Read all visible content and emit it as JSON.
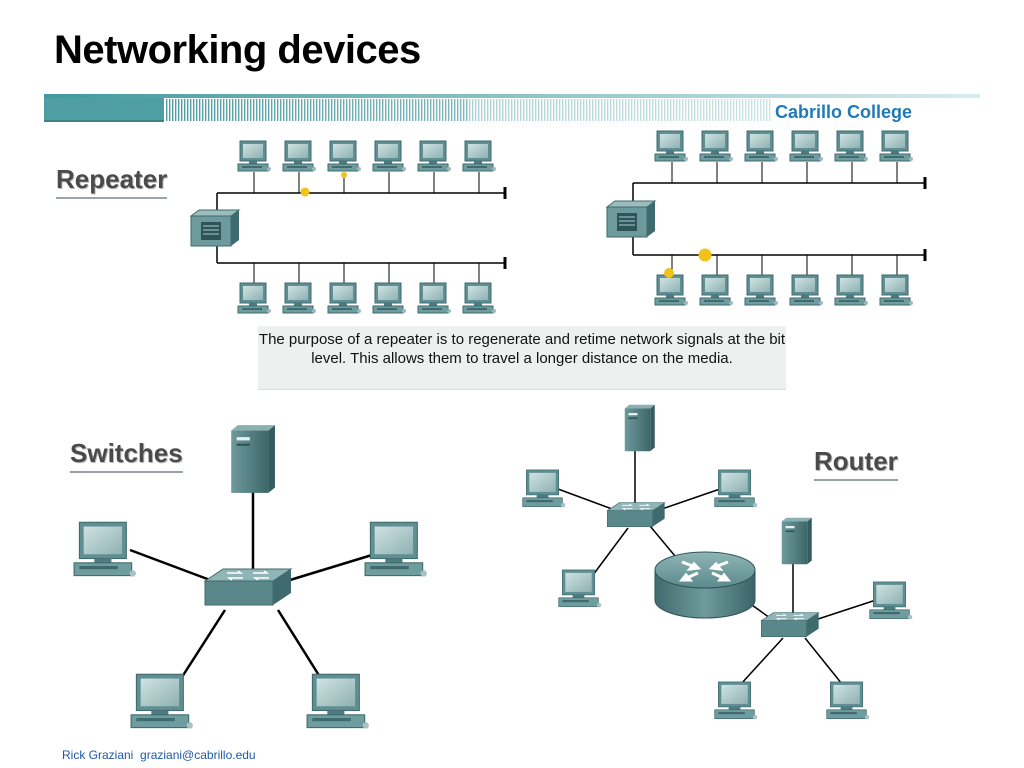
{
  "slide": {
    "title": "Networking devices",
    "college": "Cabrillo College",
    "footer": "Rick Graziani  graziani@cabrillo.edu"
  },
  "sections": {
    "repeater": {
      "label": "Repeater"
    },
    "switches": {
      "label": "Switches"
    },
    "router": {
      "label": "Router"
    }
  },
  "caption": {
    "text": "The purpose of a repeater is to regenerate and retime network signals at the bit level. This allows them to travel a longer distance on the media."
  },
  "colors": {
    "accent": "#1e7bb8",
    "device_teal": "#5f8f92",
    "device_dark": "#3f6a6e",
    "signal": "#f2c21b",
    "banner": "#4f9ea4"
  }
}
